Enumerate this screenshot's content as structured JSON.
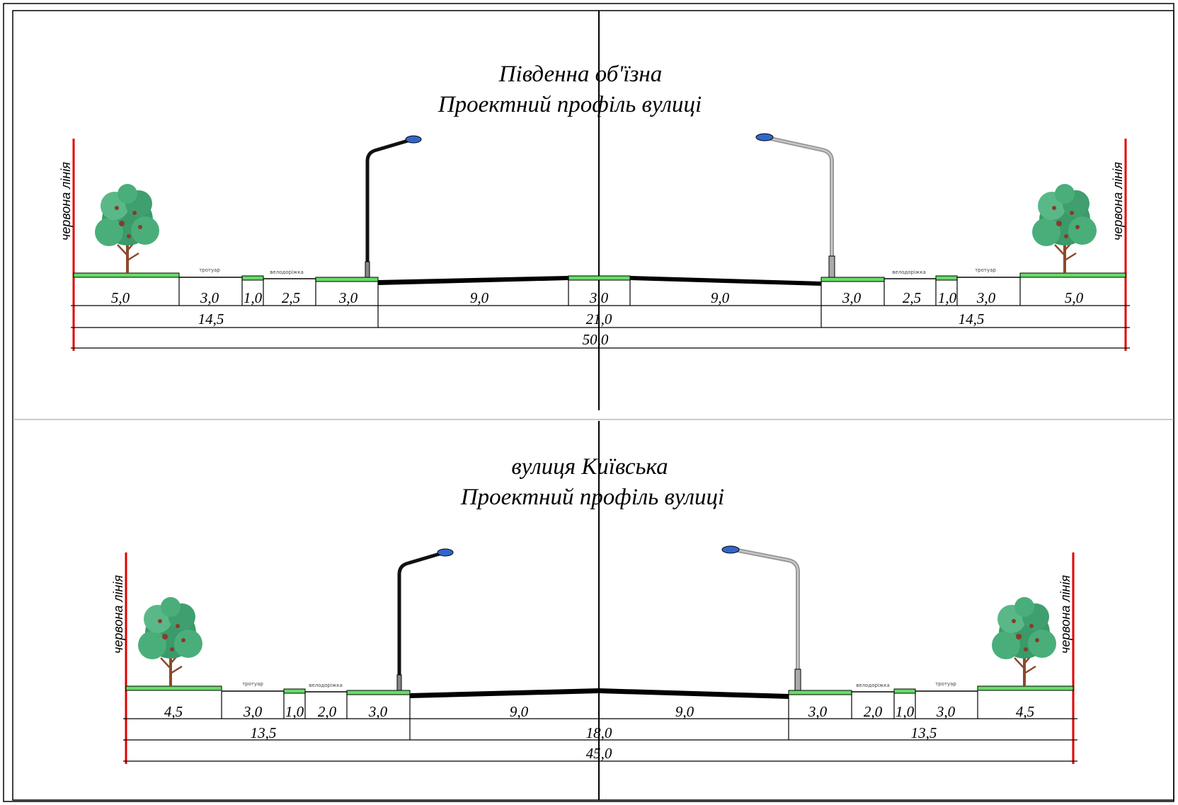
{
  "profiles": [
    {
      "title1": "Південна об'їзна",
      "title2": "Проектний профіль вулиці",
      "red_line": "червона лінія",
      "sidewalk": "тротуар",
      "bikeway_left": "велодоріжка",
      "bikeway_right": "велодоріжка",
      "segments": [
        "5,0",
        "3,0",
        "1,0",
        "2,5",
        "3,0",
        "9,0",
        "3,0",
        "9,0",
        "3,0",
        "2,5",
        "1,0",
        "3,0",
        "5,0"
      ],
      "groups": [
        "14,5",
        "21,0",
        "14,5"
      ],
      "total": "50,0"
    },
    {
      "title1": "вулиця Київська",
      "title2": "Проектний профіль вулиці",
      "red_line": "червона лінія",
      "sidewalk": "тротуар",
      "bikeway_left": "велодорiжка",
      "bikeway_right": "велодорiжка",
      "segments": [
        "4,5",
        "3,0",
        "1,0",
        "2,0",
        "3,0",
        "9,0",
        "9,0",
        "3,0",
        "2,0",
        "1,0",
        "3,0",
        "4,5"
      ],
      "groups": [
        "13,5",
        "18,0",
        "13,5"
      ],
      "total": "45,0"
    }
  ],
  "colors": {
    "red_line": "#e00000",
    "green": "#66dd66",
    "road": "#000000",
    "tree": "#3a9a6a",
    "lamp_head": "#3366cc"
  }
}
